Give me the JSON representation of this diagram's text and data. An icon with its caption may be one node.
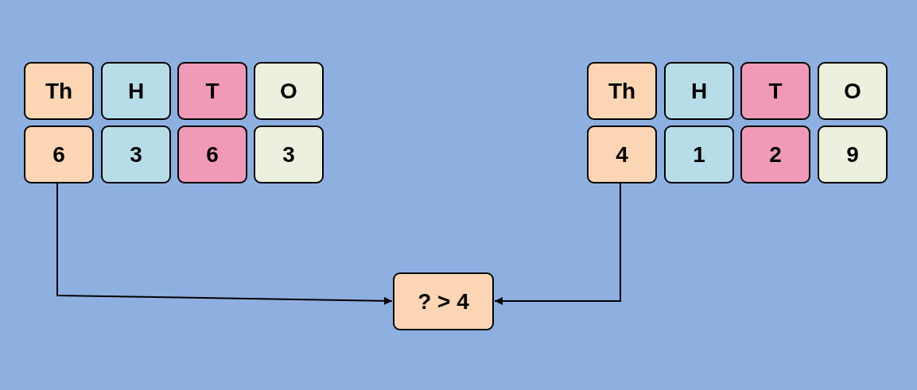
{
  "diagram": {
    "nodes": [
      {
        "text": [
          "Th"
        ]
      },
      {
        "text": [
          "H"
        ]
      },
      {
        "text": [
          "T"
        ]
      },
      {
        "text": [
          "O"
        ]
      },
      {
        "text": [
          "6"
        ]
      },
      {
        "text": [
          "3"
        ]
      },
      {
        "text": [
          "6"
        ]
      },
      {
        "text": [
          "3"
        ]
      },
      {
        "text": [
          "Th"
        ]
      },
      {
        "text": [
          "H"
        ]
      },
      {
        "text": [
          "T"
        ]
      },
      {
        "text": [
          "O"
        ]
      },
      {
        "text": [
          "4"
        ]
      },
      {
        "text": [
          "1"
        ]
      },
      {
        "text": [
          "2"
        ]
      },
      {
        "text": [
          "9"
        ]
      },
      {
        "text": [
          "? > 4"
        ]
      }
    ],
    "edges": [
      {
        "from": 4,
        "to": 16,
        "arrow": "to"
      },
      {
        "from": 12,
        "to": 16,
        "arrow": "to"
      }
    ]
  }
}
